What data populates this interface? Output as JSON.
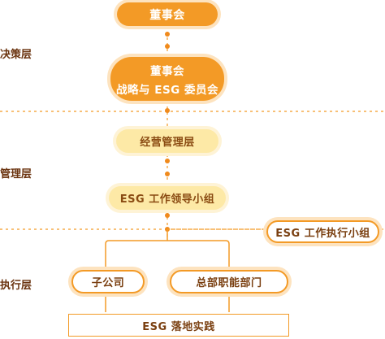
{
  "layers": {
    "decision": "决策层",
    "management": "管理层",
    "execution": "执行层"
  },
  "nodes": {
    "board": "董事会",
    "committee_line1": "董事会",
    "committee_line2": "战略与 ESG 委员会",
    "management_layer": "经营管理层",
    "esg_leadership_group": "ESG 工作领导小组",
    "esg_working_group": "ESG 工作执行小组",
    "subsidiaries": "子公司",
    "hq_departments": "总部职能部门",
    "esg_practice": "ESG 落地实践"
  },
  "colors": {
    "primary_orange": "#f39a26",
    "light_yellow": "#fde9a6",
    "text_brown": "#7a3f10"
  }
}
